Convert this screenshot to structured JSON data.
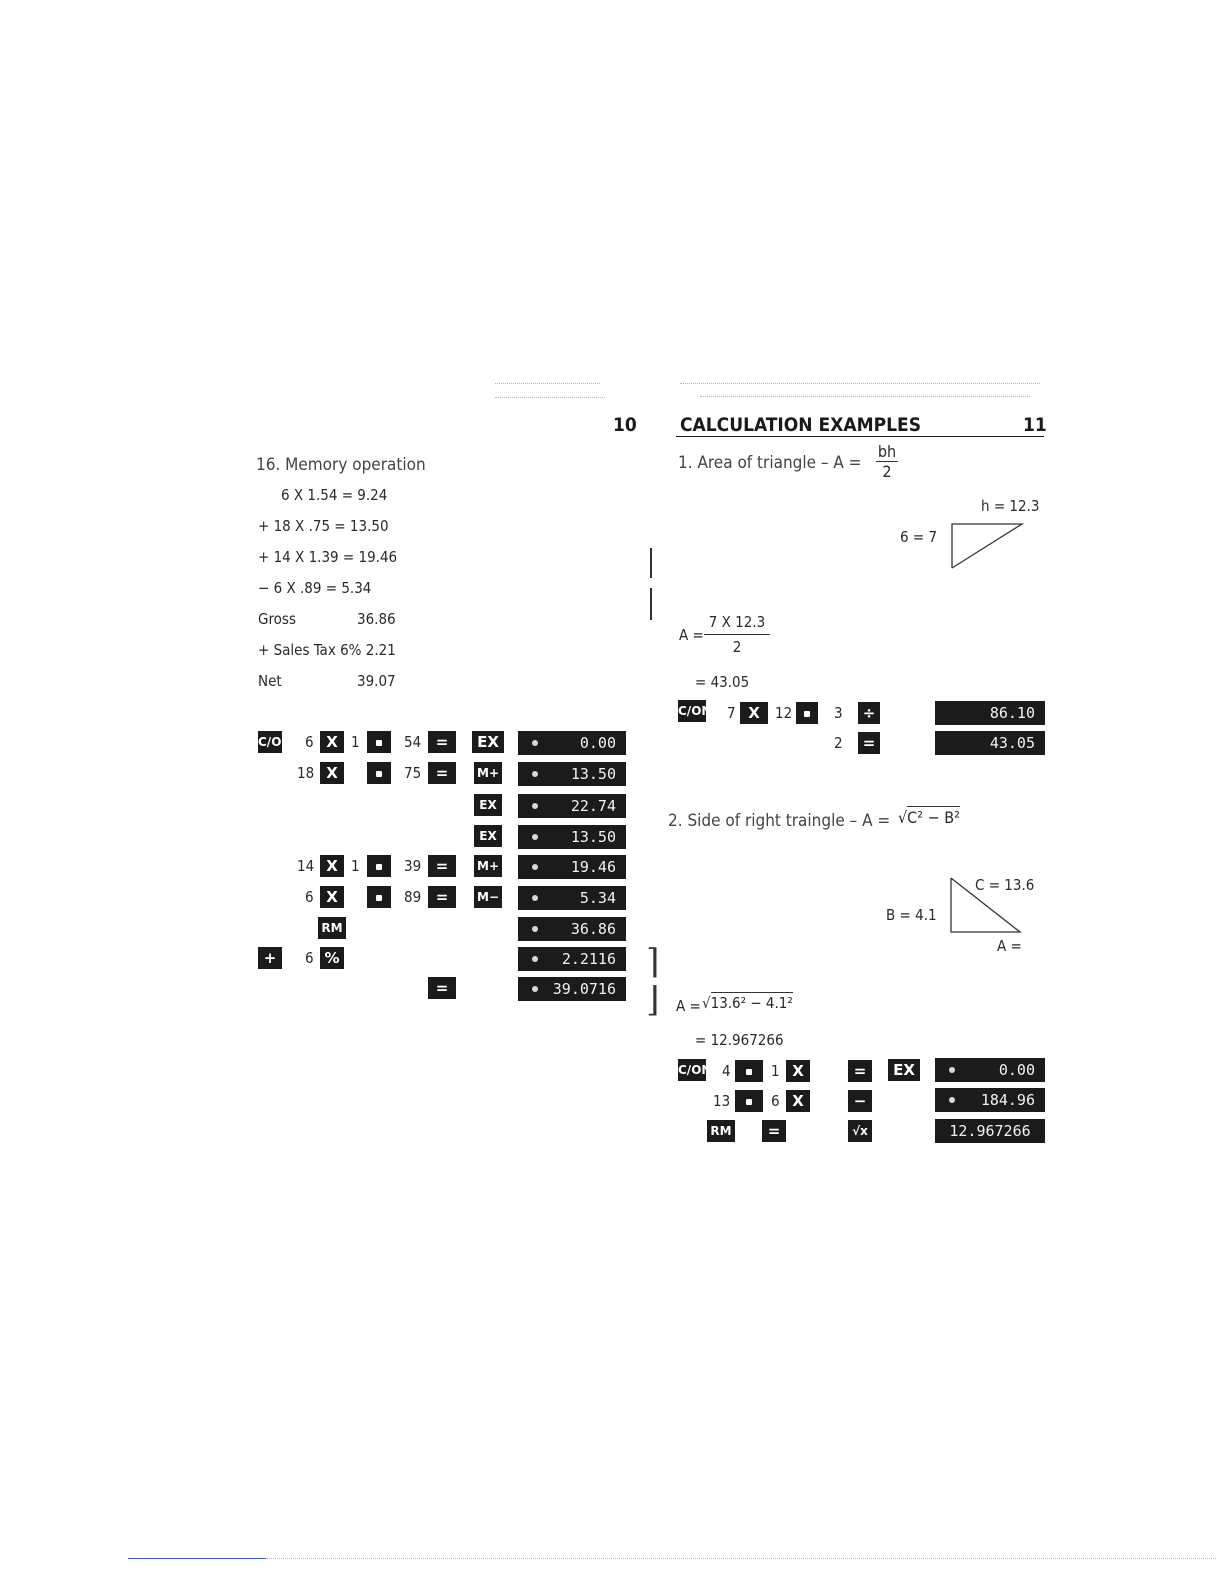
{
  "page_left": {
    "page_number": "10",
    "section_title": "16.    Memory operation",
    "problem_lines": [
      "6 X 1.54 =  9.24",
      "+ 18 X  .75 = 13.50",
      "+ 14 X 1.39 = 19.46",
      "−  6 X  .89 =  5.34",
      "Gross",
      "+ Sales Tax 6% 2.21",
      "Net"
    ],
    "gross_value": "36.86",
    "net_value": "39.07",
    "numbers": [
      "6",
      "1",
      "54",
      "18",
      "75",
      "14",
      "1",
      "39",
      "6",
      "89",
      "6"
    ],
    "keys": {
      "clear_on": "C/ON",
      "times": "X",
      "decimal": "•",
      "equals": "=",
      "ex": "EX",
      "m_plus": "M+",
      "m_minus": "M−",
      "rm": "RM",
      "plus": "+",
      "percent": "%"
    },
    "displays": [
      "0.00",
      "13.50",
      "22.74",
      "13.50",
      "19.46",
      "5.34",
      "36.86",
      "2.2116",
      "39.0716"
    ]
  },
  "page_right": {
    "page_number": "11",
    "header_title": "CALCULATION EXAMPLES",
    "example1": {
      "title": "1.  Area of triangle –  A =",
      "formula_num": "bh",
      "formula_den": "2",
      "h_label": "h = 12.3",
      "b_label": "6 = 7",
      "calc_prefix": "A =",
      "calc_num": "7 X 12.3",
      "calc_den": "2",
      "result": "= 43.05",
      "numbers": [
        "7",
        "12",
        "3",
        "2"
      ],
      "displays": [
        "86.10",
        "43.05"
      ]
    },
    "example2": {
      "title": "2.  Side of right traingle  –   A =",
      "formula_root": "C² − B²",
      "c_label": "C = 13.6",
      "b_label": "B = 4.1",
      "a_label": "A =",
      "calc_prefix": "A =",
      "calc_root": "13.6² − 4.1²",
      "result": "= 12.967266",
      "numbers": [
        "4",
        "1",
        "13",
        "6"
      ],
      "keys": {
        "minus": "−",
        "sqrt": "√x"
      },
      "displays": [
        "0.00",
        "184.96",
        "12.967266"
      ]
    }
  }
}
